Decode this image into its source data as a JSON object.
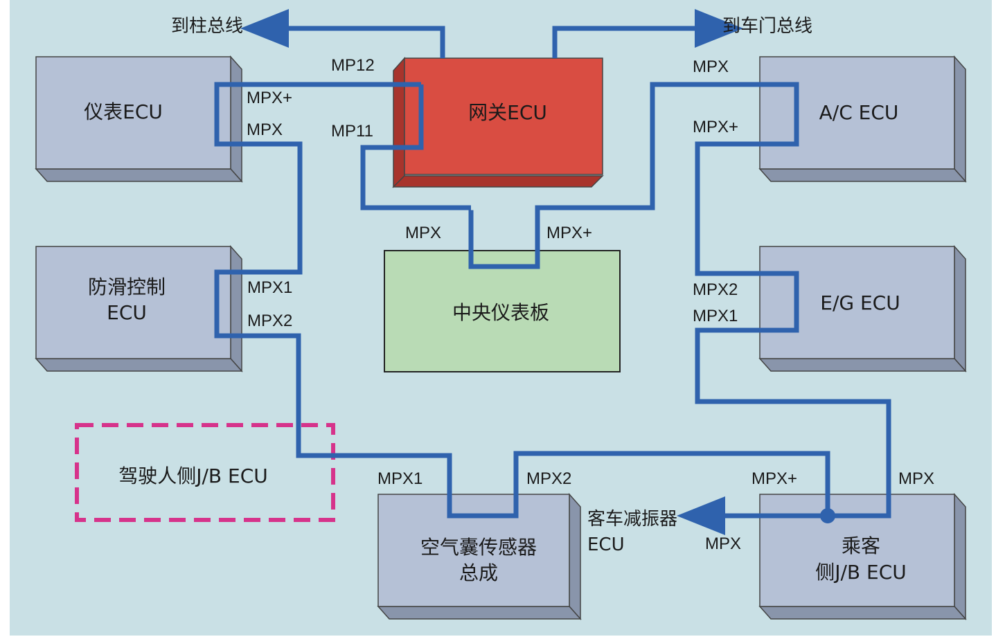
{
  "colors": {
    "background": "#c9e0e5",
    "bus_line": "#2f62ad",
    "ecu_face": "#b5c1d6",
    "ecu_side": "#8995ab",
    "gateway_face": "#d94d42",
    "gateway_side": "#a8342c",
    "panel_face": "#b9dbb5",
    "dashed_box": "#d6338b"
  },
  "blocks": {
    "meter_ecu": "仪表ECU",
    "gateway_ecu": "网关ECU",
    "ac_ecu": "A/C  ECU",
    "skid_ecu_line1": "防滑控制",
    "skid_ecu_line2": "ECU",
    "eg_ecu": "E/G  ECU",
    "center_panel": "中央仪表板",
    "driver_jb_ecu": "驾驶人侧J/B  ECU",
    "airbag_line1": "空气囊传感器",
    "airbag_line2": "总成",
    "passenger_line1": "乘客",
    "passenger_line2": "侧J/B  ECU"
  },
  "annotations": {
    "to_pillar_bus": "到柱总线",
    "to_door_bus": "到车门总线",
    "suspension_line1": "客车减振器",
    "suspension_line2": "ECU"
  },
  "bus_labels": {
    "mp12": "MP12",
    "mp11": "MP11",
    "meter_mpx_plus": "MPX+",
    "meter_mpx": "MPX",
    "ac_mpx": "MPX",
    "ac_mpx_plus": "MPX+",
    "center_mpx": "MPX",
    "center_mpx_plus": "MPX+",
    "skid_mpx1": "MPX1",
    "skid_mpx2": "MPX2",
    "eg_mpx2": "MPX2",
    "eg_mpx1": "MPX1",
    "airbag_mpx1": "MPX1",
    "airbag_mpx2": "MPX2",
    "passenger_mpx_plus": "MPX+",
    "passenger_mpx": "MPX",
    "suspension_mpx": "MPX"
  }
}
